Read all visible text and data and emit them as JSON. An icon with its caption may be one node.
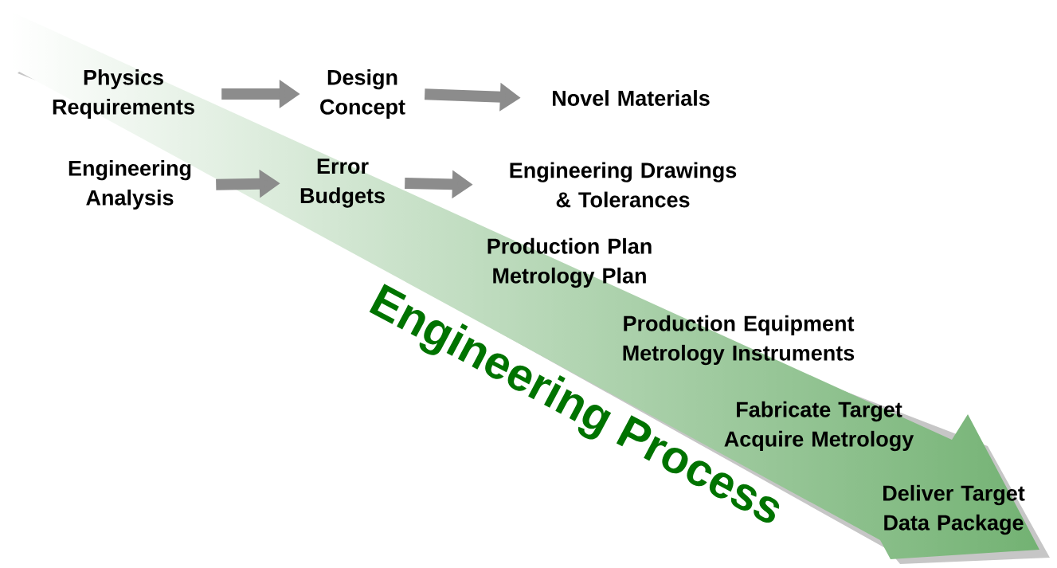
{
  "diagram": {
    "nodes": [
      {
        "text": [
          "Physics Requirements"
        ]
      },
      {
        "text": [
          "Design Concept"
        ]
      },
      {
        "text": [
          "Novel Materials"
        ]
      },
      {
        "text": [
          "Engineering Analysis"
        ]
      },
      {
        "text": [
          "Error Budgets"
        ]
      },
      {
        "text": [
          "Engineering Drawings & Tolerances"
        ]
      }
    ],
    "edges": [
      {
        "from": 0,
        "to": 1,
        "arrow": "to"
      },
      {
        "from": 1,
        "to": 2,
        "arrow": "to"
      },
      {
        "from": 3,
        "to": 4,
        "arrow": "to"
      },
      {
        "from": 4,
        "to": 5,
        "arrow": "to"
      }
    ],
    "labels": [
      "Production Plan Metrology Plan",
      "Production Equipment Metrology Instruments",
      "Fabricate Target Acquire Metrology",
      "Deliver Target Data Package",
      "Engineering Process"
    ]
  }
}
